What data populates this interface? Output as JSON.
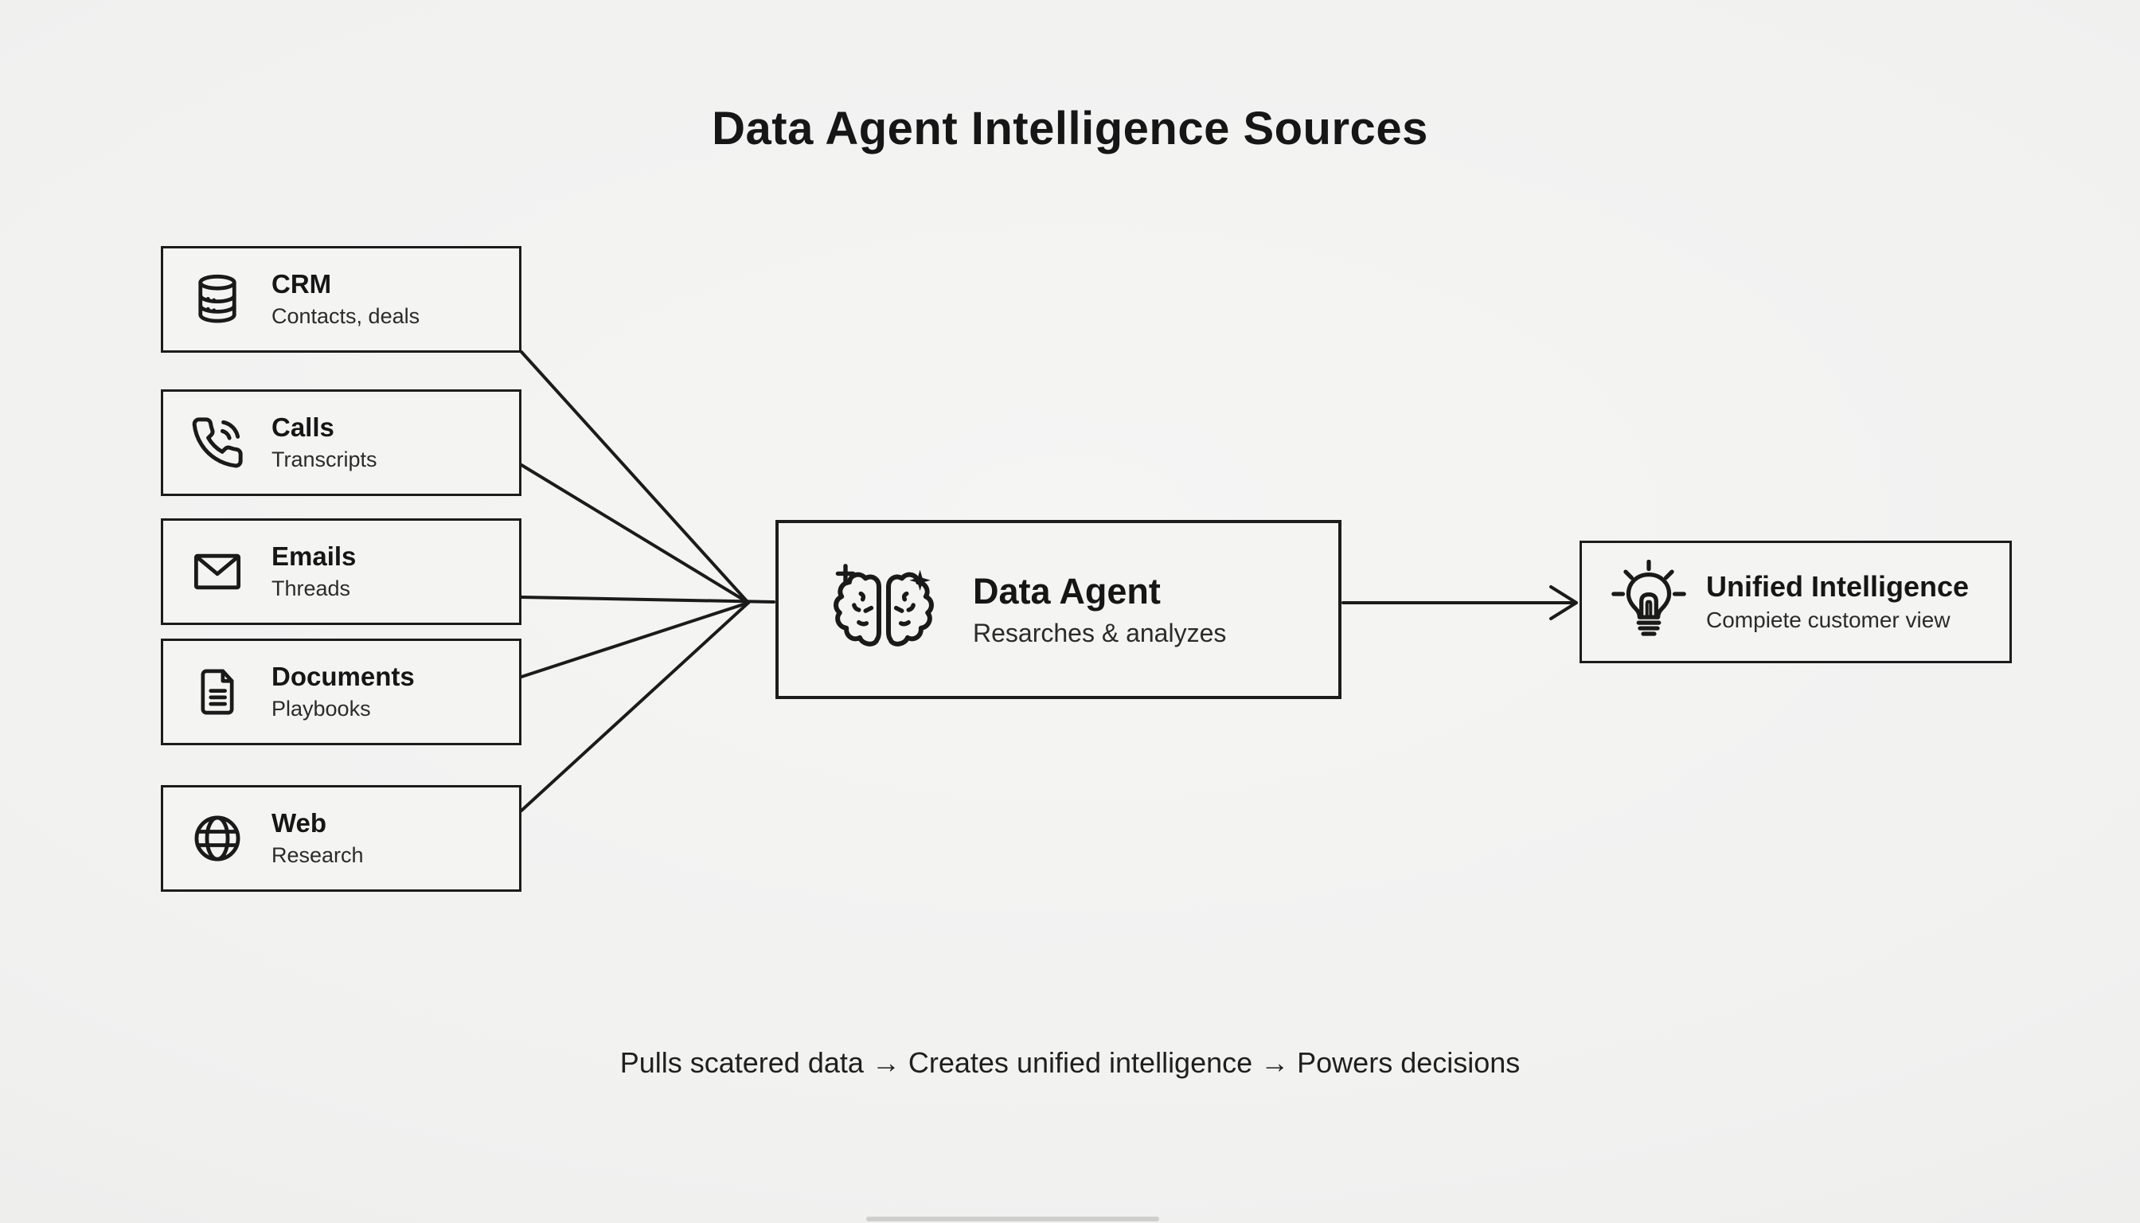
{
  "title": "Data Agent Intelligence Sources",
  "sources": [
    {
      "label": "CRM",
      "sublabel": "Contacts, deals",
      "icon": "database-icon"
    },
    {
      "label": "Calls",
      "sublabel": "Transcripts",
      "icon": "phone-icon"
    },
    {
      "label": "Emails",
      "sublabel": "Threads",
      "icon": "envelope-icon"
    },
    {
      "label": "Documents",
      "sublabel": "Playbooks",
      "icon": "document-icon"
    },
    {
      "label": "Web",
      "sublabel": "Research",
      "icon": "globe-icon"
    }
  ],
  "agent": {
    "label": "Data Agent",
    "sublabel": "Resarches & analyzes",
    "icon": "brain-icon"
  },
  "output": {
    "label": "Unified Intelligence",
    "sublabel": "Compiete customer view",
    "icon": "lightbulb-icon"
  },
  "footer": "Pulls scatered data → Creates unified intelligence → Powers decisions",
  "colors": {
    "background": "#f0f0ee",
    "box_fill": "#f4f4f3",
    "line": "#1b1b1b",
    "text": "#1a1a1a"
  }
}
